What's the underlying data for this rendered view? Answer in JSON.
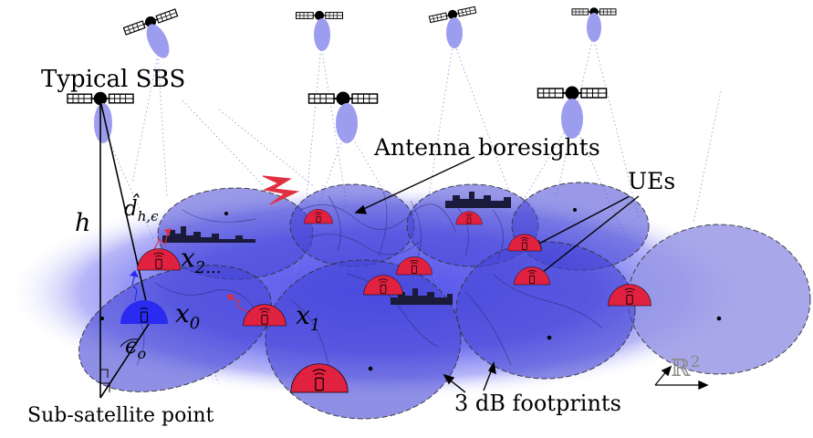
{
  "labels": {
    "typical_sbs": "Typical SBS",
    "antenna_boresights": "Antenna boresights",
    "ues": "UEs",
    "sub_satellite_point": "Sub-satellite point",
    "footprints": "3 dB footprints",
    "plane": "ℝ",
    "plane_sup": "2"
  },
  "math": {
    "h": "h",
    "d_hat": "d̂",
    "d_sub": "h,ϵ",
    "x0": "x",
    "x0_sub": "0",
    "x1": "x",
    "x1_sub": "1",
    "x2": "x",
    "x2_sub": "2",
    "x2_dots": "...",
    "eps": "ϵ",
    "eps_sub": "o"
  },
  "colors": {
    "earth_glow": "#5a5aee",
    "footprint": "#4b4bdc",
    "footprint_far": "#9a9ae8",
    "ue_red": "#e0213f",
    "ue_blue": "#2a2af0",
    "beam": "#9d9df0",
    "skyline": "#1a1a3a",
    "interference": "#e03040"
  },
  "icons": {
    "satellite": "satellite-icon",
    "ue": "user-equipment-icon",
    "interference": "lightning-icon"
  }
}
